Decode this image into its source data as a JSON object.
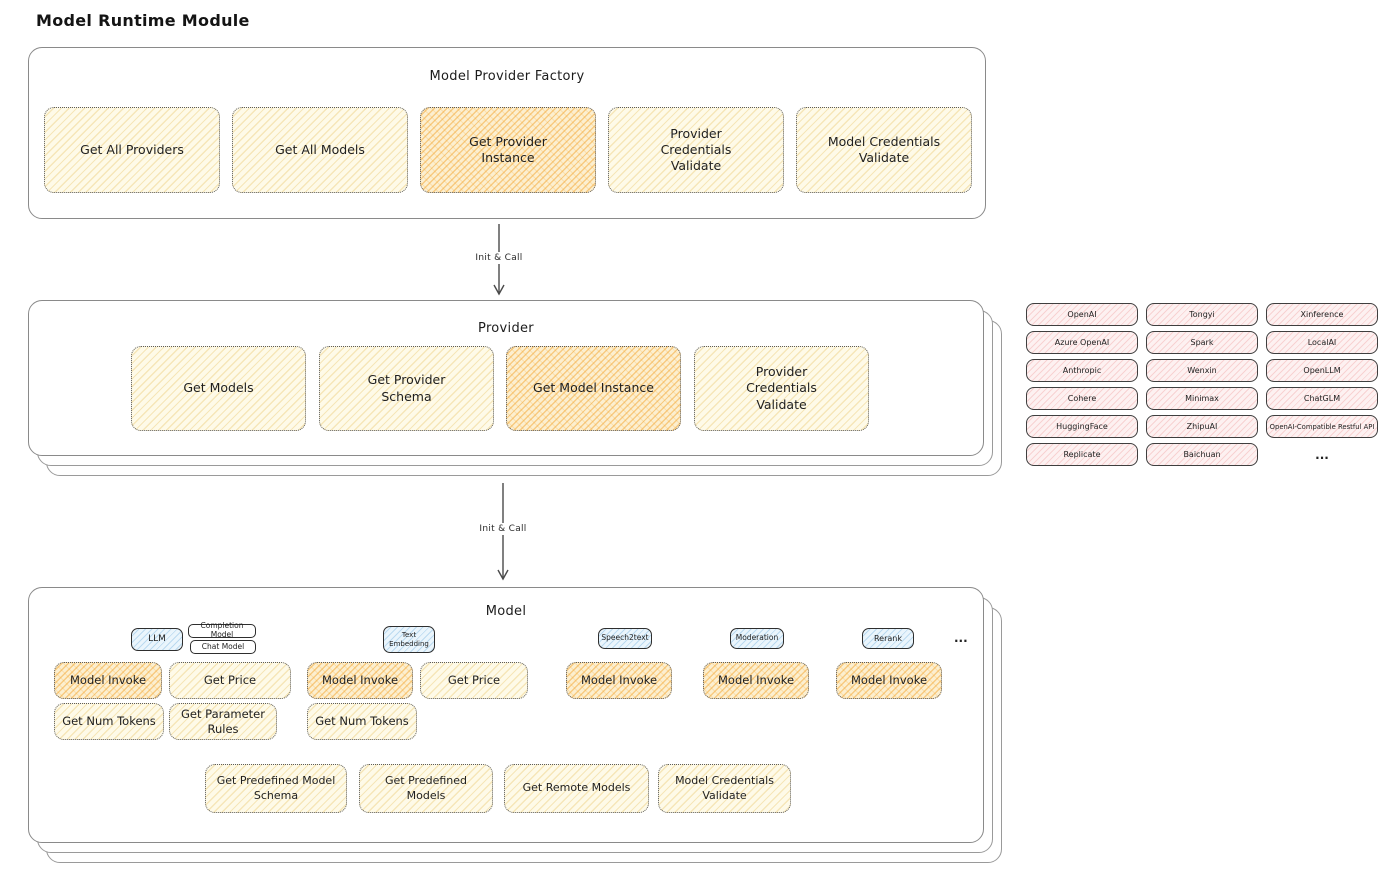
{
  "page_title": "Model Runtime Module",
  "arrows": {
    "arrow1_label": "Init & Call",
    "arrow2_label": "Init & Call"
  },
  "factory": {
    "title": "Model Provider Factory",
    "buttons": [
      {
        "label": "Get All Providers",
        "style": "yellow"
      },
      {
        "label": "Get All Models",
        "style": "yellow"
      },
      {
        "label": "Get Provider Instance",
        "style": "orange"
      },
      {
        "label": "Provider Credentials Validate",
        "style": "yellow"
      },
      {
        "label": "Model Credentials Validate",
        "style": "yellow"
      }
    ]
  },
  "provider": {
    "title": "Provider",
    "buttons": [
      {
        "label": "Get Models",
        "style": "yellow"
      },
      {
        "label": "Get Provider Schema",
        "style": "yellow"
      },
      {
        "label": "Get Model Instance",
        "style": "orange"
      },
      {
        "label": "Provider Credentials Validate",
        "style": "yellow"
      }
    ]
  },
  "provider_list": {
    "items": [
      "OpenAI",
      "Tongyi",
      "Xinference",
      "Azure OpenAI",
      "Spark",
      "LocalAI",
      "Anthropic",
      "Wenxin",
      "OpenLLM",
      "Cohere",
      "Minimax",
      "ChatGLM",
      "HuggingFace",
      "ZhipuAI",
      "OpenAI-Compatible Restful API",
      "Replicate",
      "Baichuan"
    ],
    "more": "..."
  },
  "model": {
    "title": "Model",
    "tags": {
      "llm": "LLM",
      "completion": "Completion Model",
      "chat": "Chat Model",
      "text_embedding": "Text Embedding",
      "speech2text": "Speech2text",
      "moderation": "Moderation",
      "rerank": "Rerank",
      "more": "..."
    },
    "buttons": {
      "model_invoke": "Model Invoke",
      "get_price": "Get Price",
      "get_num_tokens": "Get Num Tokens",
      "get_parameter_rules": "Get Parameter Rules",
      "get_predefined_model_schema": "Get Predefined Model Schema",
      "get_predefined_models": "Get Predefined Models",
      "get_remote_models": "Get Remote Models",
      "model_credentials_validate": "Model Credentials Validate"
    }
  },
  "colors": {
    "yellow_fill": "#fefae8",
    "orange_fill": "#fcefd0",
    "blue_fill": "#eaf5fc",
    "pink_fill": "#fdf1f1",
    "box_stroke": "#8a8a8a",
    "button_stroke": "#5c5c5c"
  }
}
